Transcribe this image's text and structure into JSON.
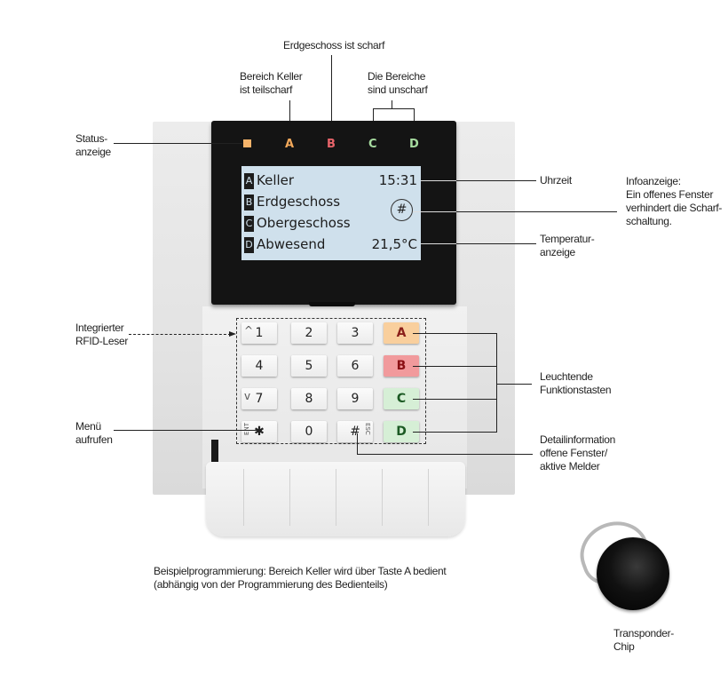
{
  "annotations": {
    "erdgeschoss": "Erdgeschoss ist scharf",
    "keller_line1": "Bereich Keller",
    "keller_line2": "ist teilscharf",
    "bereiche_line1": "Die Bereiche",
    "bereiche_line2": "sind unscharf",
    "status_line1": "Status-",
    "status_line2": "anzeige",
    "uhrzeit": "Uhrzeit",
    "info_line1": "Infoanzeige:",
    "info_line2": "Ein offenes Fenster",
    "info_line3": "verhindert die Scharf-",
    "info_line4": "schaltung.",
    "temp_line1": "Temperatur-",
    "temp_line2": "anzeige",
    "rfid_line1": "Integrierter",
    "rfid_line2": "RFID-Leser",
    "funktion_line1": "Leuchtende",
    "funktion_line2": "Funktionstasten",
    "menu_line1": "Menü",
    "menu_line2": "aufrufen",
    "detail_line1": "Detailinformation",
    "detail_line2": "offene Fenster/",
    "detail_line3": "aktive Melder",
    "chip_line1": "Transponder-",
    "chip_line2": "Chip"
  },
  "caption": {
    "line1": "Beispielprogrammierung: Bereich Keller wird über Taste A bedient",
    "line2": "(abhängig von der Programmierung des Bedienteils)"
  },
  "device": {
    "leds": [
      {
        "label": "A",
        "color": "#f2a85a"
      },
      {
        "label": "B",
        "color": "#e8646a"
      },
      {
        "label": "C",
        "color": "#a7dca0"
      },
      {
        "label": "D",
        "color": "#a7dca0"
      }
    ],
    "status_led_color": "#f6b36a",
    "lcd": {
      "rows": [
        {
          "badge": "A",
          "name": "Keller"
        },
        {
          "badge": "B",
          "name": "Erdgeschoss"
        },
        {
          "badge": "C",
          "name": "Obergeschoss"
        },
        {
          "badge": "D",
          "name": "Abwesend"
        }
      ],
      "time": "15:31",
      "info_symbol": "#",
      "temperature": "21,5°C"
    },
    "keys": [
      {
        "label": "1",
        "sub": "^"
      },
      {
        "label": "2"
      },
      {
        "label": "3"
      },
      {
        "label": "A",
        "bg": "#f9cf9d",
        "fg": "#8a1f1a"
      },
      {
        "label": "4"
      },
      {
        "label": "5"
      },
      {
        "label": "6"
      },
      {
        "label": "B",
        "bg": "#f19a9c",
        "fg": "#8a1014"
      },
      {
        "label": "7",
        "sub": "v"
      },
      {
        "label": "8"
      },
      {
        "label": "9"
      },
      {
        "label": "C",
        "bg": "#d6efd6",
        "fg": "#1c5a24"
      },
      {
        "label": "✱",
        "sub": "ENT"
      },
      {
        "label": "0"
      },
      {
        "label": "#",
        "sub": "ESC"
      },
      {
        "label": "D",
        "bg": "#d6efd6",
        "fg": "#1c5a24"
      }
    ]
  }
}
